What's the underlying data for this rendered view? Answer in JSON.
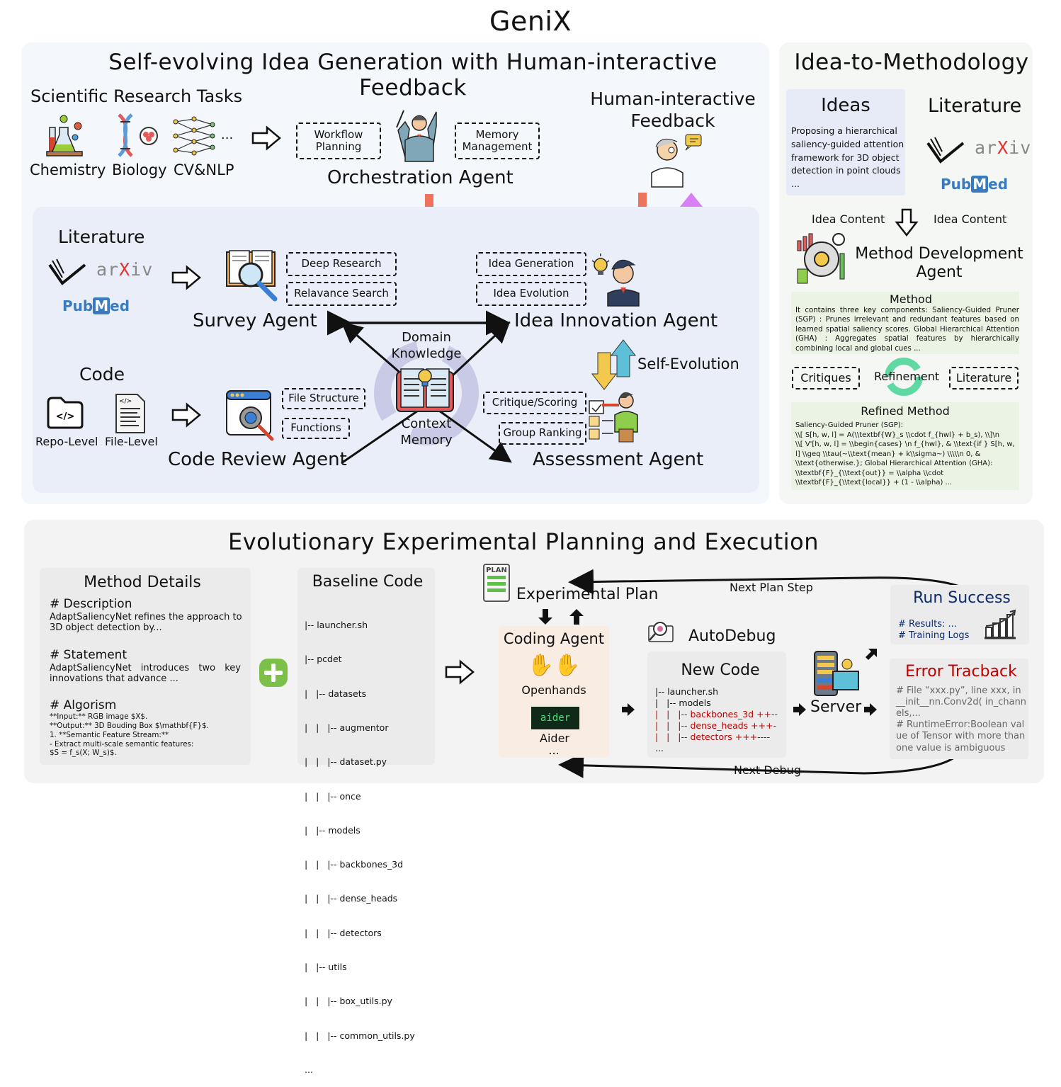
{
  "title": "GeniX",
  "idea_generation": {
    "title": "Self-evolving Idea Generation with Human-interactive Feedback",
    "tasks": {
      "heading": "Scientific Research Tasks",
      "items": [
        "Chemistry",
        "Biology",
        "CV&NLP"
      ],
      "ellipsis": "..."
    },
    "orchestration": {
      "label": "Orchestration Agent",
      "left_box": [
        "Workflow",
        "Planning"
      ],
      "right_box": [
        "Memory",
        "Management"
      ]
    },
    "human_feedback": [
      "Human-interactive",
      "Feedback"
    ],
    "literature": {
      "heading": "Literature",
      "sources": [
        "arXiv",
        "PubMed"
      ]
    },
    "code": {
      "heading": "Code",
      "items": [
        "Repo-Level",
        "File-Level"
      ]
    },
    "survey_agent": {
      "label": "Survey Agent",
      "boxes": [
        "Deep Research",
        "Relavance Search"
      ]
    },
    "idea_innovation_agent": {
      "label": "Idea Innovation Agent",
      "boxes": [
        "Idea Generation",
        "Idea Evolution"
      ]
    },
    "code_review_agent": {
      "label": "Code Review Agent",
      "boxes": [
        "File Structure",
        "Functions"
      ]
    },
    "assessment_agent": {
      "label": "Assessment Agent",
      "boxes": [
        "Critique/Scoring",
        "Group Ranking"
      ]
    },
    "center": {
      "top": [
        "Domain",
        "Knowledge"
      ],
      "bottom": [
        "Context",
        "Memory"
      ]
    },
    "self_evolution": "Self-Evolution"
  },
  "idea_to_method": {
    "title": "Idea-to-Methodology",
    "ideas": {
      "heading": "Ideas",
      "text": "Proposing a hierarchical saliency-guided attention framework for 3D object detection in point clouds ..."
    },
    "literature": {
      "heading": "Literature",
      "sources": [
        "arXiv",
        "PubMed"
      ]
    },
    "idea_content_left": "Idea Content",
    "idea_content_right": "Idea Content",
    "agent_label": [
      "Method Development",
      "Agent"
    ],
    "method": {
      "heading": "Method",
      "text": "It contains three key components: Saliency-Guided Pruner (SGP) : Prunes irrelevant and redundant features based on learned spatial saliency scores. Global Hierarchical Attention (GHA) : Aggregates spatial features by hierarchically combining local and global cues ..."
    },
    "critiques": "Critiques",
    "refinement": "Refinement",
    "literature_box": "Literature",
    "refined_method": {
      "heading": "Refined Method",
      "lines": [
        "Saliency-Guided Pruner (SGP):",
        "\\\\[ S[h, w, l] = A(\\\\textbf{W}_s \\\\cdot f_{hwl} + b_s), \\\\]\\n",
        "\\\\[ V'[h, w, l] = \\\\begin{cases} \\n f_{hwl}, & \\\\text{if } S[h, w,",
        "l] \\\\geq \\\\tau(~\\\\text{mean} + k\\\\sigma~) \\\\\\\\\\n 0, &",
        "\\\\text{otherwise.}; Global Hierarchical Attention (GHA):",
        "\\\\textbf{F}_{\\\\text{out}} = \\\\alpha \\\\cdot",
        "\\\\textbf{F}_{\\\\text{local}} + (1 - \\\\alpha) ..."
      ]
    }
  },
  "experimental": {
    "title": "Evolutionary Experimental Planning and Execution",
    "method_details": {
      "heading": "Method Details",
      "description_h": "# Description",
      "description": "AdaptSaliencyNet refines the approach to 3D object detection by...",
      "statement_h": "# Statement",
      "statement": "AdaptSaliencyNet introduces two key innovations that advance ...",
      "algorism_h": "# Algorism",
      "algorism_lines": [
        "**Input:** RGB image $X$.",
        "**Output:** 3D Bouding Box $\\mathbf{F}$.",
        "1. **Semantic Feature Stream:**",
        "- Extract multi-scale semantic features:",
        "$S = f_s(X; W_s)$."
      ]
    },
    "baseline_code": {
      "heading": "Baseline Code",
      "lines": [
        "|-- launcher.sh",
        "|-- pcdet",
        "|   |-- datasets",
        "|   |   |-- augmentor",
        "|   |   |-- dataset.py",
        "|   |   |-- once",
        "|   |-- models",
        "|   |   |-- backbones_3d",
        "|   |   |-- dense_heads",
        "|   |   |-- detectors",
        "|   |-- utils",
        "|   |   |-- box_utils.py",
        "|   |   |-- common_utils.py",
        "..."
      ]
    },
    "plan_icon_text": "PLAN",
    "experimental_plan": "Experimental Plan",
    "next_plan_step": "Next Plan Step",
    "coding_agent": {
      "heading": "Coding Agent",
      "openhands": "Openhands",
      "aider_logo": "aider",
      "aider": "Aider",
      "more": "..."
    },
    "autodebug": "AutoDebug",
    "new_code": {
      "heading": "New Code",
      "lines": [
        {
          "text": "|-- launcher.sh",
          "changed": false
        },
        {
          "text": "|   |-- models",
          "changed": false
        },
        {
          "text": "|   |   |-- backbones_3d ++--",
          "changed": true
        },
        {
          "text": "|   |   |-- dense_heads +++-",
          "changed": true
        },
        {
          "text": "|   |   |-- detectors +++----",
          "changed": true
        },
        {
          "text": "...",
          "changed": false
        }
      ]
    },
    "server": "Server",
    "next_debug": "Next Debug",
    "run_success": {
      "heading": "Run Success",
      "lines": [
        "# Results: ...",
        "# Training Logs"
      ],
      "color": "#0d2a6b"
    },
    "error_traceback": {
      "heading": "Error Tracback",
      "text": "# File “xxx.py”, line xxx, in __init__nn.Conv2d( in_channels,...\n# RuntimeError:Boolean value of Tensor with more than one value is ambiguous",
      "color": "#c00000"
    }
  },
  "colors": {
    "panel_top_left": "#f4f7fb",
    "panel_inner": "#eaeef8",
    "panel_right": "#f5f7f4",
    "panel_bottom": "#f3f3f3",
    "card_gray": "#ebebeb",
    "ideas_card": "#e6ebf7",
    "method_card": "#eaf3e4",
    "coding_card": "#f9ece2",
    "down_arrow": "#ee735f",
    "up_arrow": "#d980f5"
  }
}
